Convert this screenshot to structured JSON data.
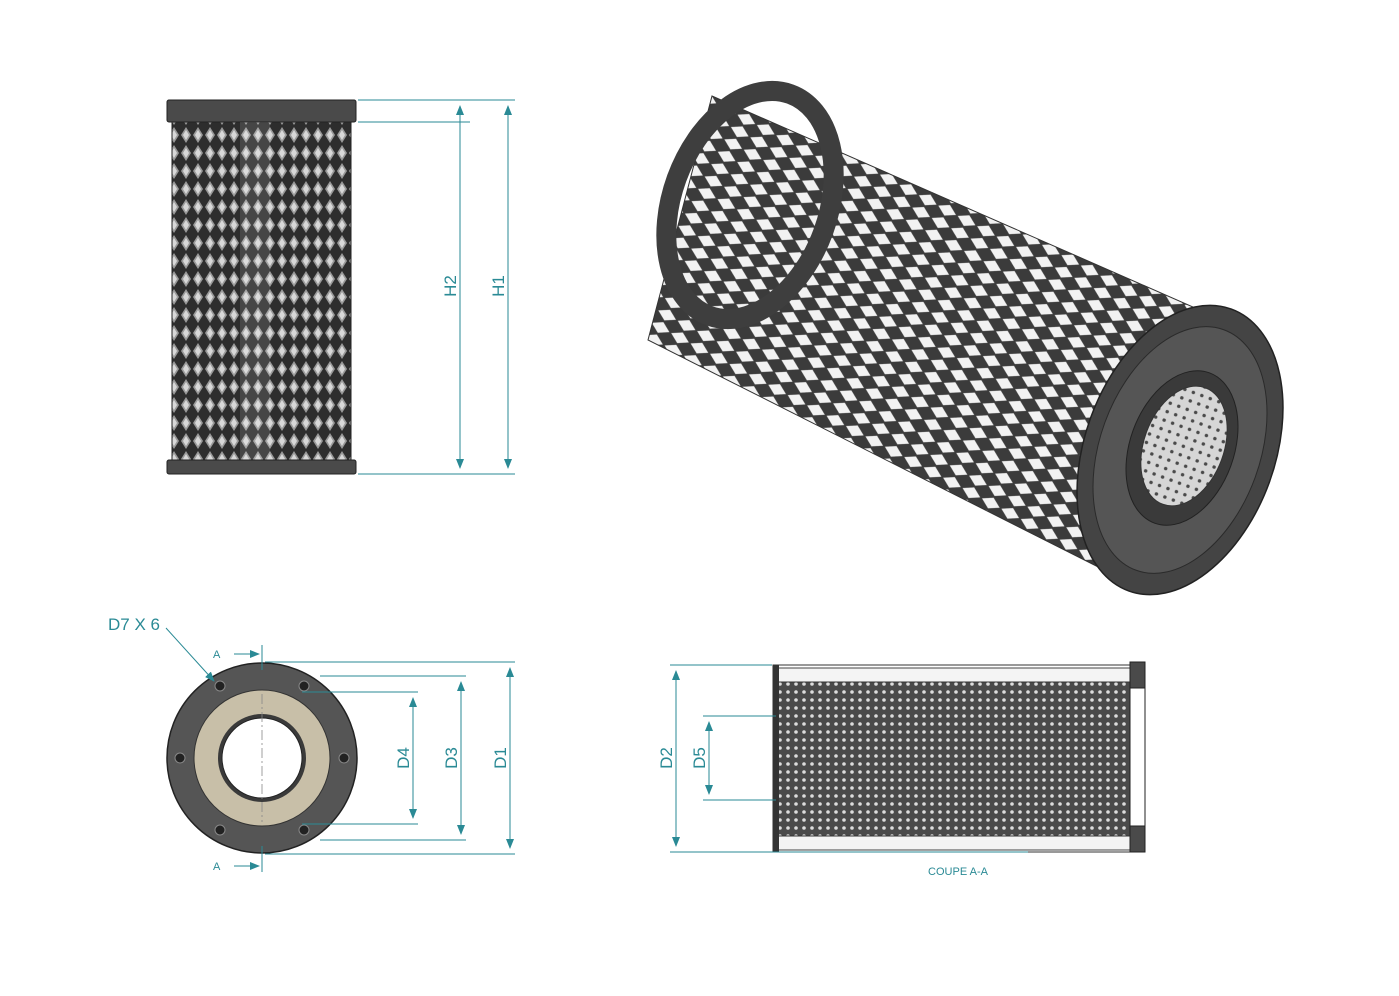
{
  "colors": {
    "dimension": "#2a8a95",
    "body_dark": "#3a3a3a",
    "cap_dark": "#4a4a4a",
    "mesh_light": "#e8e8e8",
    "seal": "#c8bfa8",
    "section_text": "#2a8a95"
  },
  "front_view": {
    "dimensions": {
      "h2": "H2",
      "h1": "H1"
    }
  },
  "top_view": {
    "callout": "D7 X 6",
    "section_marker_top": "A",
    "section_marker_bottom": "A",
    "dimensions": {
      "d4": "D4",
      "d3": "D3",
      "d1": "D1"
    }
  },
  "section_view": {
    "dimensions": {
      "d2": "D2",
      "d5": "D5"
    },
    "caption": "COUPE A-A"
  },
  "iso_view": {
    "icon": "filter-cartridge-isometric"
  }
}
